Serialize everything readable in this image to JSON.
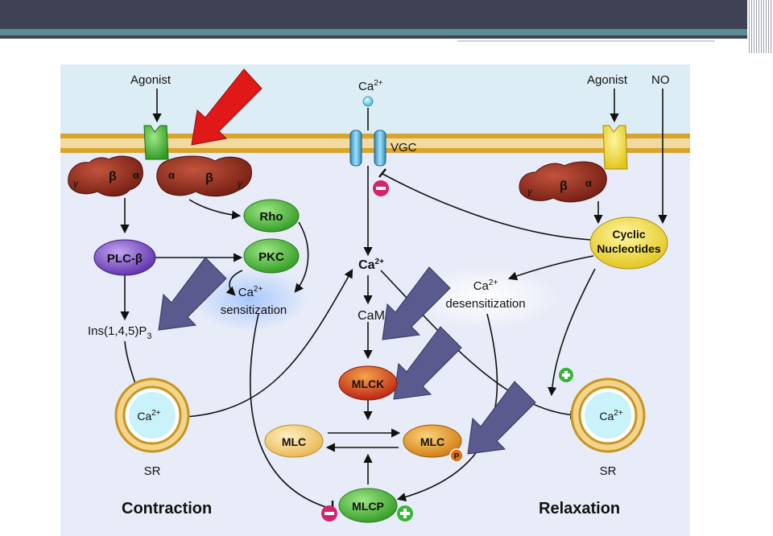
{
  "diagram": {
    "labels": {
      "agonist_left": "Agonist",
      "agonist_right": "Agonist",
      "no": "NO",
      "ca_top": "Ca",
      "ca_top_sup": "2+",
      "vgc": "VGC",
      "rho": "Rho",
      "pkc": "PKC",
      "plc": "PLC-β",
      "ins": "Ins(1,4,5)P",
      "ins_sub": "3",
      "sens_ca": "Ca",
      "sens_sup": "2+",
      "sensitization": "sensitization",
      "ca_center": "Ca",
      "ca_center_sup": "2+",
      "cam": "CaM",
      "mlck": "MLCK",
      "mlc_left": "MLC",
      "mlc_right": "MLC",
      "phospho": "P",
      "mlcp": "MLCP",
      "cyclic_1": "Cyclic",
      "cyclic_2": "Nucleotides",
      "desens_ca": "Ca",
      "desens_sup": "2+",
      "desensitization": "desensitization",
      "sr_left_ca": "Ca",
      "sr_left_sup": "2+",
      "sr_right_ca": "Ca",
      "sr_right_sup": "2+",
      "sr_left": "SR",
      "sr_right": "SR",
      "contraction": "Contraction",
      "relaxation": "Relaxation",
      "beta": "β",
      "alpha": "α",
      "gamma": "γ",
      "minus": "−",
      "plus": "+"
    },
    "colors": {
      "extracellular": "#dcedf5",
      "cytoplasm": "#e8ecf8",
      "membrane": "#d9a42c",
      "receptor_green": "#3cb43c",
      "receptor_yellow": "#f2e63a",
      "g_protein": "#8b2a1e",
      "node_green": "#4fbf3a",
      "node_purple": "#7a48c8",
      "node_red": "#d8401c",
      "node_orange": "#e8a020",
      "node_yellow": "#f2dc2a",
      "node_pale_orange": "#f0cc70",
      "highlight_arrow": "#e01818",
      "block_arrow": "#5a5a8e",
      "inhibit": "#d2256e",
      "activate": "#37b537"
    }
  }
}
